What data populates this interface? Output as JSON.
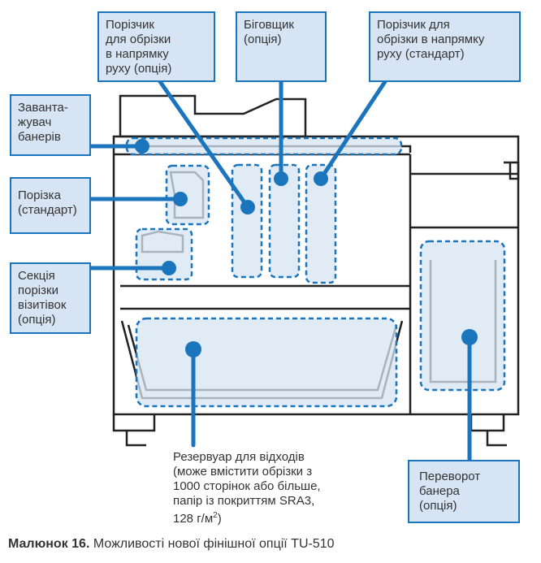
{
  "callouts": {
    "trimmer_optional": "Порізчик\nдля обрізки\nв напрямку\nруху (опція)",
    "creaser": "Біговщик\n(опція)",
    "trimmer_standard": "Порізчик для\nобрізки в напрямку\nруху (стандарт)",
    "banner_loader": "Заванта-\nжувач\nбанерів",
    "cutter": "Порізка\n(стандарт)",
    "card_cutter": "Секція\nпорізки\nвізитівок\n(опція)",
    "banner_flip": "Переворот\nбанера\n(опція)"
  },
  "waste_bin": {
    "text": "Резервуар для відходів\n(може вмістити обрізки з\n1000 сторінок або більше,\nпапір із покриттям SRA3,\n128 г/м",
    "superscript": "2",
    "close": ")"
  },
  "caption": {
    "label": "Малюнок 16.",
    "text": " Можливості нової фінішної опції TU-510"
  },
  "colors": {
    "accent": "#1b75bc",
    "fill": "#d6e4f3",
    "outline": "#222222"
  }
}
